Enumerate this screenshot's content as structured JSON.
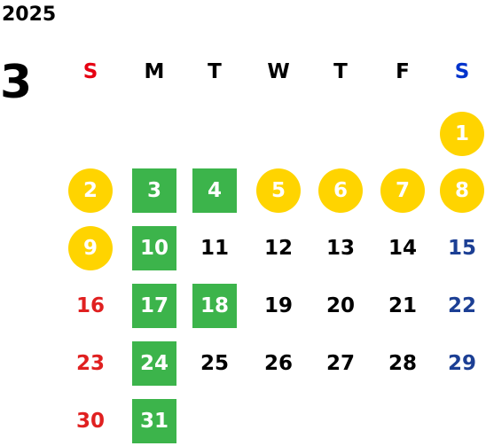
{
  "calendar": {
    "year": "2025",
    "month": "3",
    "weekdays": [
      {
        "label": "S",
        "color": "#e60012"
      },
      {
        "label": "M",
        "color": "#000000"
      },
      {
        "label": "T",
        "color": "#000000"
      },
      {
        "label": "W",
        "color": "#000000"
      },
      {
        "label": "T",
        "color": "#000000"
      },
      {
        "label": "F",
        "color": "#000000"
      },
      {
        "label": "S",
        "color": "#0033cc"
      }
    ],
    "colors": {
      "sunday": "#e02020",
      "saturday": "#1c3f94",
      "weekday": "#000000",
      "circle_marker": "#ffd400",
      "square_marker": "#3cb44b"
    },
    "days": [
      {
        "day": "1",
        "marker": "circle"
      },
      {
        "day": "2",
        "marker": "circle"
      },
      {
        "day": "3",
        "marker": "square"
      },
      {
        "day": "4",
        "marker": "square"
      },
      {
        "day": "5",
        "marker": "circle"
      },
      {
        "day": "6",
        "marker": "circle"
      },
      {
        "day": "7",
        "marker": "circle"
      },
      {
        "day": "8",
        "marker": "circle"
      },
      {
        "day": "9",
        "marker": "circle"
      },
      {
        "day": "10",
        "marker": "square"
      },
      {
        "day": "11",
        "marker": ""
      },
      {
        "day": "12",
        "marker": ""
      },
      {
        "day": "13",
        "marker": ""
      },
      {
        "day": "14",
        "marker": ""
      },
      {
        "day": "15",
        "marker": ""
      },
      {
        "day": "16",
        "marker": ""
      },
      {
        "day": "17",
        "marker": "square"
      },
      {
        "day": "18",
        "marker": "square"
      },
      {
        "day": "19",
        "marker": ""
      },
      {
        "day": "20",
        "marker": ""
      },
      {
        "day": "21",
        "marker": ""
      },
      {
        "day": "22",
        "marker": ""
      },
      {
        "day": "23",
        "marker": ""
      },
      {
        "day": "24",
        "marker": "square"
      },
      {
        "day": "25",
        "marker": ""
      },
      {
        "day": "26",
        "marker": ""
      },
      {
        "day": "27",
        "marker": ""
      },
      {
        "day": "28",
        "marker": ""
      },
      {
        "day": "29",
        "marker": ""
      },
      {
        "day": "30",
        "marker": ""
      },
      {
        "day": "31",
        "marker": "square"
      }
    ]
  }
}
